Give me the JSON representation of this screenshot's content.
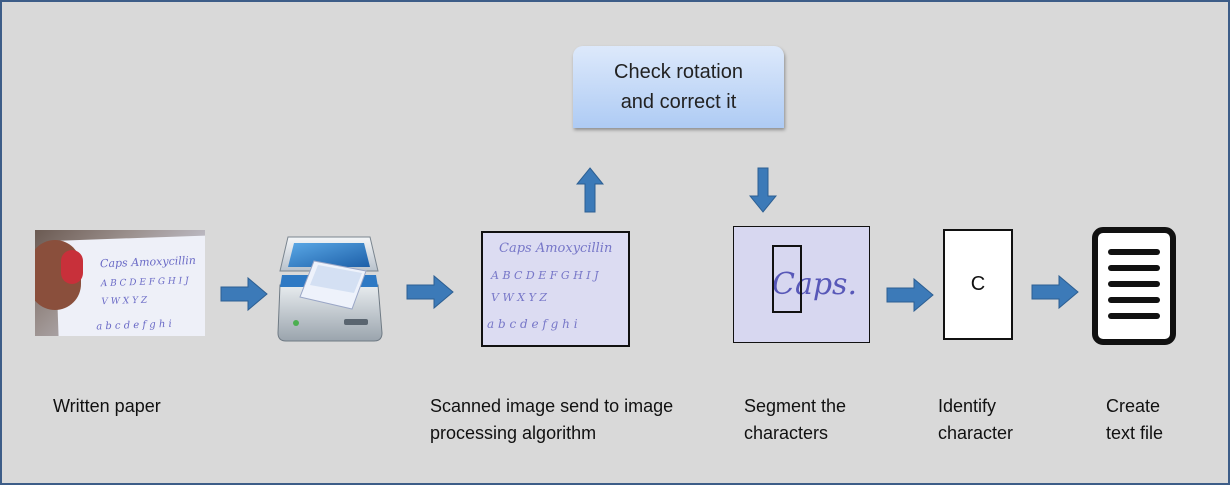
{
  "callout": {
    "line1": "Check rotation",
    "line2": "and correct it"
  },
  "paper_handwriting": {
    "line1": "Caps  Amoxycillin",
    "line2": "A B C D E F G H I J",
    "line3": "V W X Y Z",
    "line4": "a b c d e f g h i"
  },
  "segment_text": "Caps.",
  "identified_character": "C",
  "labels": {
    "written_paper": "Written paper",
    "scanned_line1": "Scanned image send to image",
    "scanned_line2": "processing algorithm",
    "segment_line1": "Segment the",
    "segment_line2": "characters",
    "identify_line1": "Identify",
    "identify_line2": "character",
    "create_line1": "Create",
    "create_line2": "text file"
  },
  "colors": {
    "background": "#d9d9d9",
    "border": "#3d5d88",
    "arrow": "#3c7ab8",
    "callout_top": "#dde9fb",
    "callout_bottom": "#aecbf4",
    "image_tint": "#dcdcf2"
  },
  "icons": {
    "scanner": "flatbed-scanner-icon",
    "text_file": "text-document-icon",
    "arrow": "block-arrow-icon"
  }
}
